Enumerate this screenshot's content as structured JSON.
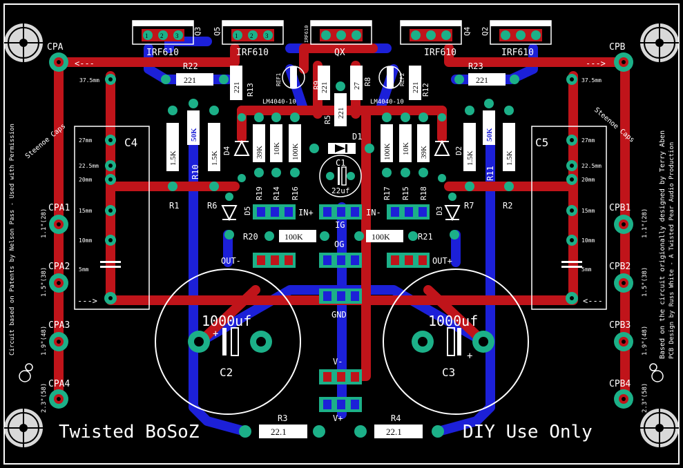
{
  "board": {
    "title": "Twisted BoSoZ",
    "notice": "DIY Use Only",
    "left_credit": "Circuit based on Patents by Nelson Pass - Used with Permission",
    "right_credit_1": "Based on the circuit origionally designed by Terry Aben",
    "right_credit_2": "PCB Design by Russ White - A Twisted Pear Audio Production"
  },
  "mosfets": [
    "IRF610",
    "IRF610",
    "IRF610",
    "IRF610"
  ],
  "labels": {
    "qx": "QX",
    "q3": "Q3",
    "q5": "Q5",
    "q4": "Q4",
    "q2": "Q2",
    "lm_left": "LM4040-10",
    "lm_right": "LM4040-10",
    "ref1": "REF1",
    "ref2": "REF2",
    "irf_small": "IRF610",
    "c4": "C4",
    "c5": "C5",
    "c1": "C1",
    "c1_val": "22uf",
    "c2": "C2",
    "c3": "C3",
    "c2_val": "1000uf",
    "c3_val": "1000uf",
    "in_plus": "IN+",
    "in_minus": "IN-",
    "ig": "IG",
    "og": "OG",
    "gnd": "GND",
    "out_minus": "OUT-",
    "out_plus": "OUT+",
    "v_minus": "V-",
    "v_plus": "V+",
    "steenoe_left": "Steenoe Caps",
    "steenoe_right": "Steenoe Caps",
    "d1": "D1",
    "d2": "D2",
    "d3": "D3",
    "d4": "D4",
    "d5": "D5",
    "r1": "R1",
    "r2": "R2",
    "r3": "R3",
    "r4": "R4",
    "r5": "R5",
    "r6": "R6",
    "r7": "R7",
    "r8": "R8",
    "r9": "R9",
    "r10": "R10",
    "r11": "R11",
    "r12": "R12",
    "r13": "R13",
    "r14": "R14",
    "r15": "R15",
    "r16": "R16",
    "r17": "R17",
    "r18": "R18",
    "r19": "R19",
    "r20": "R20",
    "r21": "R21",
    "r22": "R22",
    "r23": "R23"
  },
  "values": {
    "r22": "221",
    "r23": "221",
    "r13": "221",
    "r12": "221",
    "r9": "221",
    "r8": "27",
    "r5": "221",
    "r1": "1.5K",
    "r10": "50K",
    "r6": "1.5K",
    "r7": "1.5K",
    "r11": "50K",
    "r2": "1.5K",
    "r19": "39K",
    "r14": "10K",
    "r16": "100K",
    "r17": "100K",
    "r15": "10K",
    "r18": "39K",
    "r20": "100K",
    "r21": "100K",
    "r3": "22.1",
    "r4": "22.1"
  },
  "connectors_left": [
    {
      "name": "CPA",
      "sub": ""
    },
    {
      "name": "CPA1",
      "sub": "1.1\"(28)"
    },
    {
      "name": "CPA2",
      "sub": "1.5\"(38)"
    },
    {
      "name": "CPA3",
      "sub": "1.9\"(48)"
    },
    {
      "name": "CPA4",
      "sub": "2.3\"(58)"
    }
  ],
  "connectors_right": [
    {
      "name": "CPB",
      "sub": ""
    },
    {
      "name": "CPB1",
      "sub": "1.1\"(28)"
    },
    {
      "name": "CPB2",
      "sub": "1.5\"(38)"
    },
    {
      "name": "CPB3",
      "sub": "1.9\"(48)"
    },
    {
      "name": "CPB4",
      "sub": "2.3\"(58)"
    }
  ],
  "cap_spacing": [
    "37.5mm",
    "27mm",
    "22.5mm",
    "20mm",
    "15mm",
    "10mm",
    "5mm"
  ],
  "colors": {
    "copper_top": "#c0141a",
    "copper_bottom": "#1c20d8",
    "pad": "#1cb088",
    "silk": "#ffffff",
    "via": "#a0a020"
  }
}
